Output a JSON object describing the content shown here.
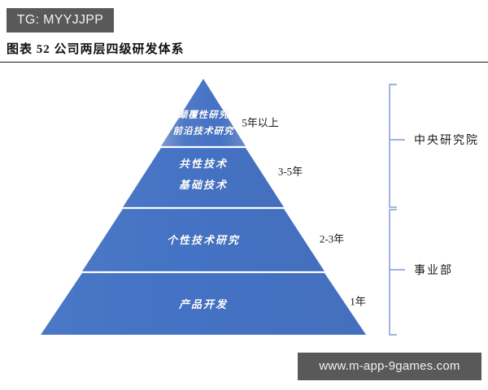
{
  "watermark_top": {
    "label": "TG: MYYJJPP",
    "background": "#595959",
    "text_color": "#f2f2f2"
  },
  "title": {
    "text": "图表 52 公司两层四级研发体系"
  },
  "watermark_bottom": {
    "label": "www.m-app-9games.com",
    "background": "#595959",
    "text_color": "#f2f2f2"
  },
  "chart_data": {
    "type": "pyramid",
    "title": "图表 52 公司两层四级研发体系",
    "accent_color": "#4472C4",
    "bracket_color": "#8FAADC",
    "tiers": [
      {
        "level": 1,
        "lines": [
          "颠覆性研究",
          "前沿技术研究"
        ],
        "horizon": "5年以上",
        "group": "中央研究院"
      },
      {
        "level": 2,
        "lines": [
          "共性技术",
          "基础技术"
        ],
        "horizon": "3-5年",
        "group": "中央研究院"
      },
      {
        "level": 3,
        "lines": [
          "个性技术研究"
        ],
        "horizon": "2-3年",
        "group": "事业部"
      },
      {
        "level": 4,
        "lines": [
          "产品开发"
        ],
        "horizon": "1年",
        "group": "事业部"
      }
    ],
    "groups": [
      {
        "label": "中央研究院",
        "covers_levels": [
          1,
          2
        ]
      },
      {
        "label": "事业部",
        "covers_levels": [
          3,
          4
        ]
      }
    ]
  },
  "labels": {
    "t1_line1": "颠覆性研究",
    "t1_line2": "前沿技术研究",
    "t2_line1": "共性技术",
    "t2_line2": "基础技术",
    "t3_line1": "个性技术研究",
    "t4_line1": "产品开发",
    "year1": "5年以上",
    "year2": "3-5年",
    "year3": "2-3年",
    "year4": "1年",
    "group1": "中央研究院",
    "group2": "事业部"
  }
}
